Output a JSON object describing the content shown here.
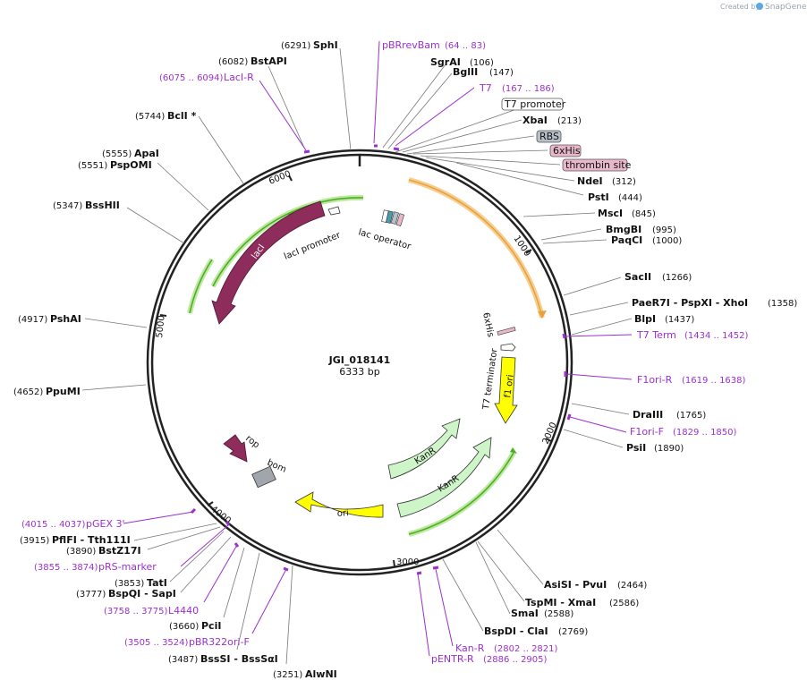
{
  "credit": {
    "prefix": "Created by",
    "brand": "SnapGene"
  },
  "plasmid": {
    "name": "JGI_018141",
    "size": "6333 bp"
  },
  "ticks": [
    "1000",
    "2000",
    "3000",
    "4000",
    "5000",
    "6000"
  ],
  "enzymes": [
    {
      "num": "(6291)",
      "name": "SphI"
    },
    {
      "num": "(6082)",
      "name": "BstAPI"
    },
    {
      "num": "(5744)",
      "name": "BclI *"
    },
    {
      "num": "(5555)",
      "name": "ApaI"
    },
    {
      "num": "(5551)",
      "name": "PspOMI"
    },
    {
      "num": "(5347)",
      "name": "BssHII"
    },
    {
      "num": "(4917)",
      "name": "PshAI"
    },
    {
      "num": "(4652)",
      "name": "PpuMI"
    },
    {
      "num": "(3915)",
      "name": "PflFI  - Tth111I"
    },
    {
      "num": "(3890)",
      "name": "BstZ17I"
    },
    {
      "num": "(3853)",
      "name": "TatI"
    },
    {
      "num": "(3777)",
      "name": "BspQI  - SapI"
    },
    {
      "num": "(3660)",
      "name": "PciI"
    },
    {
      "num": "(3487)",
      "name": "BssSI  - BssSαI"
    },
    {
      "num": "(3251)",
      "name": "AlwNI"
    },
    {
      "name": "SgrAI",
      "num": "(106)"
    },
    {
      "name": "BglII",
      "num": "(147)"
    },
    {
      "name": "XbaI",
      "num": "(213)"
    },
    {
      "name": "NdeI",
      "num": "(312)"
    },
    {
      "name": "PstI",
      "num": "(444)"
    },
    {
      "name": "MscI",
      "num": "(845)"
    },
    {
      "name": "BmgBI",
      "num": "(995)"
    },
    {
      "name": "PaqCI",
      "num": "(1000)"
    },
    {
      "name": "SacII",
      "num": "(1266)"
    },
    {
      "name": "PaeR7I  - PspXI  - XhoI",
      "num": "(1358)"
    },
    {
      "name": "BlpI",
      "num": "(1437)"
    },
    {
      "name": "DraIII",
      "num": "(1765)"
    },
    {
      "name": "PsiI",
      "num": "(1890)"
    },
    {
      "name": "AsiSI  - PvuI",
      "num": "(2464)"
    },
    {
      "name": "TspMI  - XmaI",
      "num": "(2586)"
    },
    {
      "name": "SmaI",
      "num": "(2588)"
    },
    {
      "name": "BspDI  - ClaI",
      "num": "(2769)"
    }
  ],
  "primers": [
    {
      "name": "pBRrevBam",
      "range": "(64 .. 83)"
    },
    {
      "name": "T7",
      "range": "(167 .. 186)"
    },
    {
      "name": "LacI-R",
      "range": "(6075 .. 6094)"
    },
    {
      "name": "T7 Term",
      "range": "(1434 .. 1452)"
    },
    {
      "name": "F1ori-R",
      "range": "(1619 .. 1638)"
    },
    {
      "name": "F1ori-F",
      "range": "(1829 .. 1850)"
    },
    {
      "name": "Kan-R",
      "range": "(2802 .. 2821)"
    },
    {
      "name": "pENTR-R",
      "range": "(2886 .. 2905)"
    },
    {
      "name": "pGEX 3'",
      "range": "(4015 .. 4037)"
    },
    {
      "name": "pRS-marker",
      "range": "(3855 .. 3874)"
    },
    {
      "name": "L4440",
      "range": "(3758 .. 3775)"
    },
    {
      "name": "pBR322ori-F",
      "range": "(3505 .. 3524)"
    }
  ],
  "boxed_features": [
    {
      "label": "T7 promoter",
      "color": "#ffffff"
    },
    {
      "label": "RBS",
      "color": "#b7c0c9"
    },
    {
      "label": "6xHis",
      "color": "#e8b7c9"
    },
    {
      "label": "thrombin site",
      "color": "#e8b7c9"
    }
  ],
  "features": {
    "lacI": "lacI",
    "lacI_promoter": "lacI promoter",
    "lac_operator": "lac operator",
    "sixhis": "6xHis",
    "t7_terminator": "T7 terminator",
    "f1_ori": "f1 ori",
    "kanr1": "KanR",
    "kanr2": "KanR",
    "ori": "ori",
    "rop": "rop",
    "bom": "bom"
  },
  "colors": {
    "lacI": "#8e2c5c",
    "kanR": "#cdf5c8",
    "f1ori": "#ffff00",
    "ori": "#ffff00",
    "orf_green": "#4caf1e",
    "orf_orange": "#f0a030",
    "primer": "#9b30d0",
    "bom": "#a0a6ac"
  }
}
